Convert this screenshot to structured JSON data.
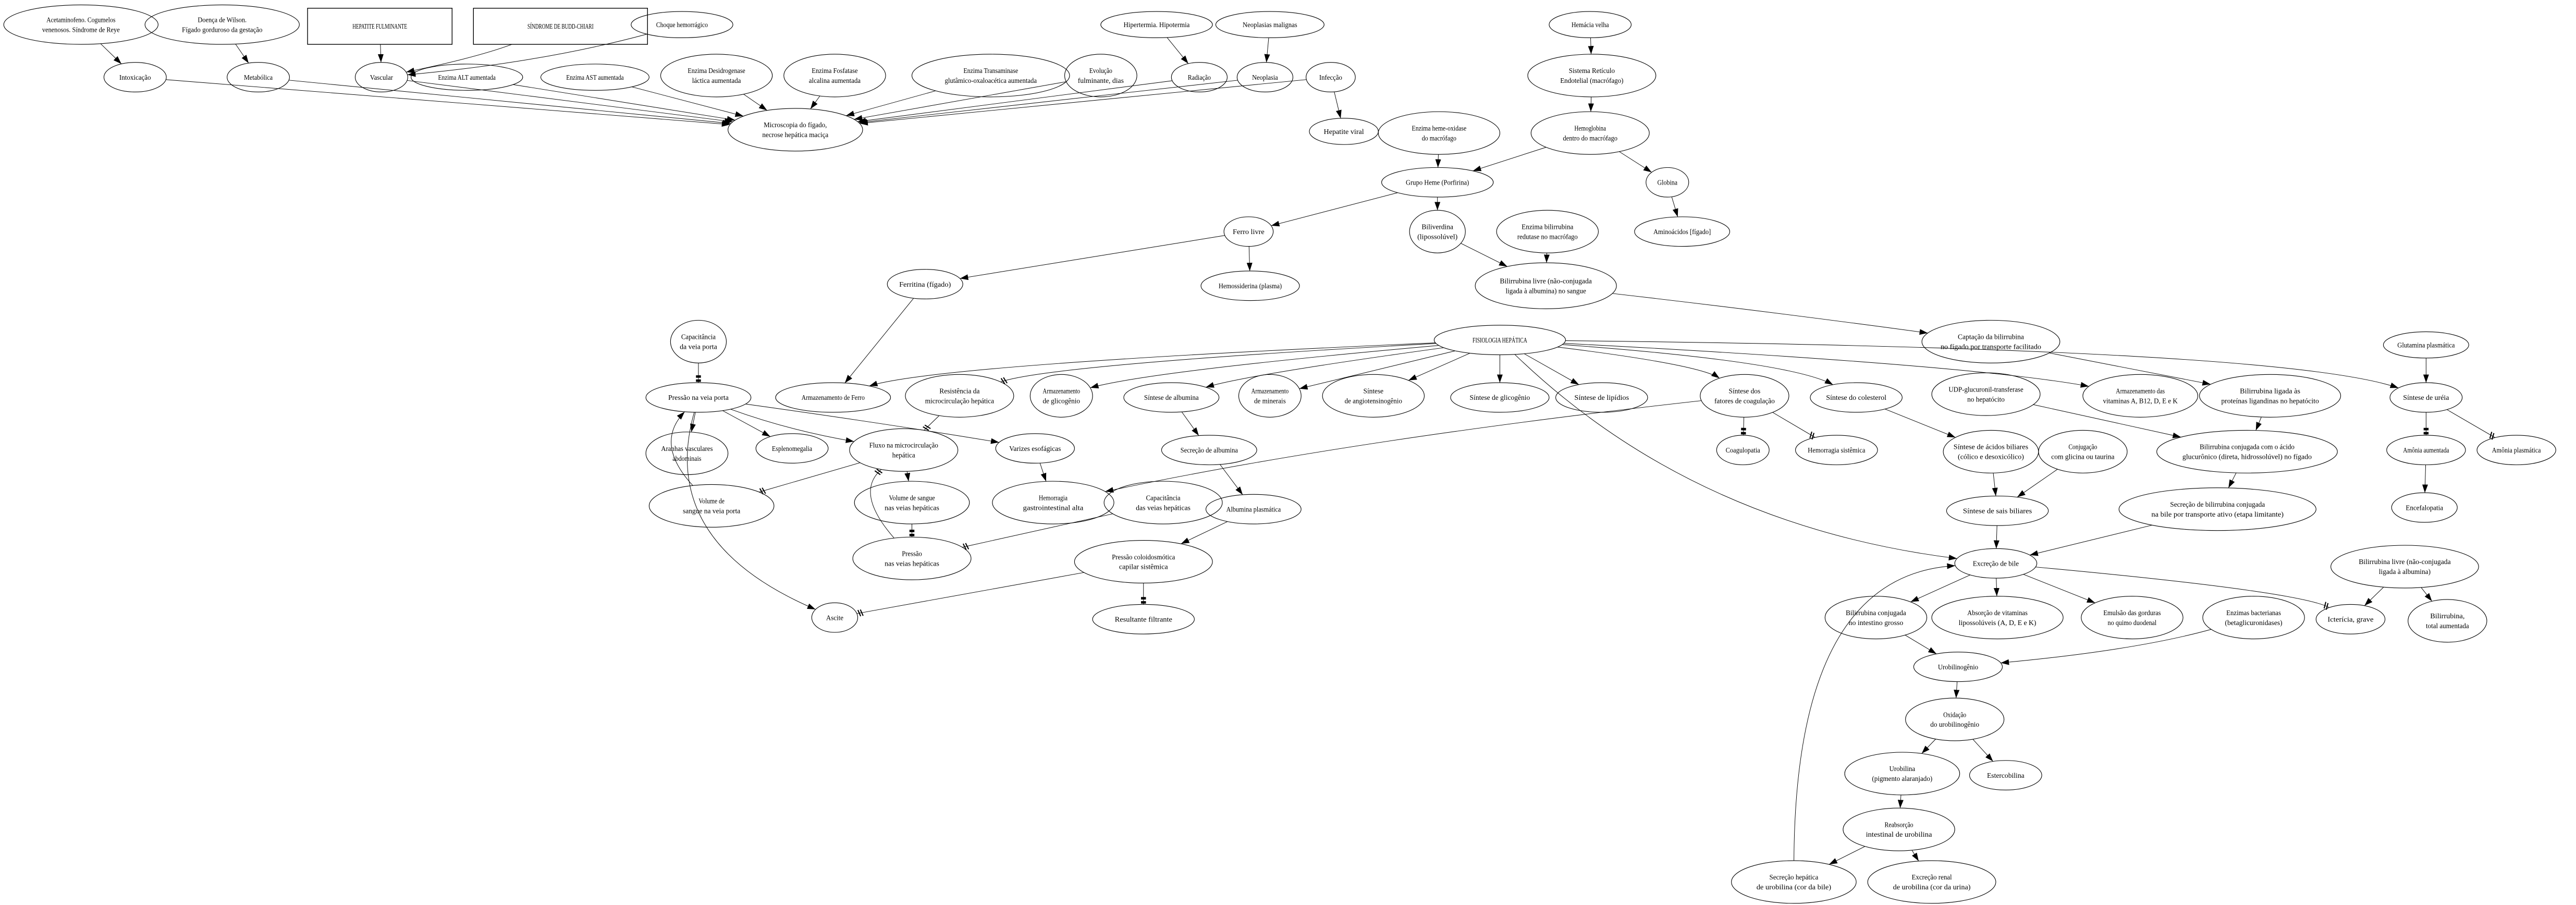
{
  "title": "FISIOLOGIA HEPÁTICA",
  "colors": {
    "box_fill": "#ffff00",
    "fulminante_text": "#ff0000",
    "fulminante_border": "#0000ff",
    "budd_border": "#ff0000"
  },
  "nodes": [
    {
      "id": "acet",
      "lines": [
        "Acetaminofeno. Cogumelos",
        "venenosos. Síndrome de Reye"
      ]
    },
    {
      "id": "wilson",
      "lines": [
        "Doença de Wilson.",
        "Fígado gorduroso da gestação"
      ]
    },
    {
      "id": "fulm",
      "lines": [
        "HEPATITE FULMINANTE"
      ],
      "shape": "box"
    },
    {
      "id": "budd",
      "lines": [
        "SÍNDROME DE BUDD-CHIARI"
      ],
      "shape": "box"
    },
    {
      "id": "choque",
      "lines": [
        "Choque hemorrágico"
      ]
    },
    {
      "id": "hipert",
      "lines": [
        "Hipertermia. Hipotermia"
      ]
    },
    {
      "id": "neomal",
      "lines": [
        "Neoplasias malignas"
      ]
    },
    {
      "id": "hemacia",
      "lines": [
        "Hemácia velha"
      ]
    },
    {
      "id": "intox",
      "lines": [
        "Intoxicação"
      ]
    },
    {
      "id": "metab",
      "lines": [
        "Metabólica"
      ]
    },
    {
      "id": "vasc",
      "lines": [
        "Vascular"
      ]
    },
    {
      "id": "alt",
      "lines": [
        "Enzima ALT aumentada"
      ]
    },
    {
      "id": "ast",
      "lines": [
        "Enzima AST aumentada"
      ]
    },
    {
      "id": "ldh",
      "lines": [
        "Enzima Desidrogenase",
        "láctica aumentada"
      ]
    },
    {
      "id": "fosf",
      "lines": [
        "Enzima Fosfatase",
        "alcalina aumentada"
      ]
    },
    {
      "id": "tgo",
      "lines": [
        "Enzima Transaminase",
        "glutâmico-oxaloacética aumentada"
      ]
    },
    {
      "id": "evol",
      "lines": [
        "Evolução",
        "fulminante, dias"
      ]
    },
    {
      "id": "rad",
      "lines": [
        "Radiação"
      ]
    },
    {
      "id": "neo",
      "lines": [
        "Neoplasia"
      ]
    },
    {
      "id": "inf",
      "lines": [
        "Infecção"
      ]
    },
    {
      "id": "sret",
      "lines": [
        "Sistema Retículo",
        "Endotelial (macrófago)"
      ]
    },
    {
      "id": "micro",
      "lines": [
        "Microscopia do fígado,",
        "necrose hepática maciça"
      ]
    },
    {
      "id": "hviral",
      "lines": [
        "Hepatite viral"
      ]
    },
    {
      "id": "hemeox",
      "lines": [
        "Enzima heme-oxidase",
        "do macrófago"
      ]
    },
    {
      "id": "hgb",
      "lines": [
        "Hemoglobina",
        "dentro do macrófago"
      ]
    },
    {
      "id": "heme",
      "lines": [
        "Grupo Heme (Porfirina)"
      ]
    },
    {
      "id": "glob",
      "lines": [
        "Globina"
      ]
    },
    {
      "id": "ferro",
      "lines": [
        "Ferro livre"
      ]
    },
    {
      "id": "biliv",
      "lines": [
        "Biliverdina",
        "(lipossolúvel)"
      ]
    },
    {
      "id": "redut",
      "lines": [
        "Enzima bilirrubina",
        "redutase no macrófago"
      ]
    },
    {
      "id": "amino",
      "lines": [
        "Aminoácidos [fígado]"
      ]
    },
    {
      "id": "ferrit",
      "lines": [
        "Ferritina (fígado)"
      ]
    },
    {
      "id": "hemos",
      "lines": [
        "Hemossiderina (plasma)"
      ]
    },
    {
      "id": "blsang",
      "lines": [
        "Bilirrubina livre (não-conjugada",
        "ligada à albumina) no sangue"
      ]
    },
    {
      "id": "capta",
      "lines": [
        "Captação da bilirrubina",
        "no fígado por transporte facilitado"
      ]
    },
    {
      "id": "glut",
      "lines": [
        "Glutamina plasmática"
      ]
    },
    {
      "id": "capvp",
      "lines": [
        "Capacitância",
        "da veia porta"
      ]
    },
    {
      "id": "fisio",
      "lines": [
        "FISIOLOGIA HEPÁTICA"
      ]
    },
    {
      "id": "pvp",
      "lines": [
        "Pressão na veia porta"
      ]
    },
    {
      "id": "aferro",
      "lines": [
        "Armazenamento de Ferro"
      ]
    },
    {
      "id": "resist",
      "lines": [
        "Resistência da",
        "microcirculação hepática"
      ]
    },
    {
      "id": "aglic",
      "lines": [
        "Armazenamento",
        "de glicogênio"
      ]
    },
    {
      "id": "salb",
      "lines": [
        "Síntese de albumina"
      ]
    },
    {
      "id": "amin",
      "lines": [
        "Armazenamento",
        "de minerais"
      ]
    },
    {
      "id": "angio",
      "lines": [
        "Síntese",
        "de angiotensinogênio"
      ]
    },
    {
      "id": "sglic",
      "lines": [
        "Síntese de glicogênio"
      ]
    },
    {
      "id": "slip",
      "lines": [
        "Síntese de lipídios"
      ]
    },
    {
      "id": "scoag",
      "lines": [
        "Síntese dos",
        "fatores de coagulação"
      ]
    },
    {
      "id": "scol",
      "lines": [
        "Síntese do colesterol"
      ]
    },
    {
      "id": "udp",
      "lines": [
        "UDP-glucuronil-transferase",
        "no hepatócito"
      ]
    },
    {
      "id": "avit",
      "lines": [
        "Armazenamento das",
        "vitaminas A, B12, D, E e K"
      ]
    },
    {
      "id": "blprot",
      "lines": [
        "Bilirrubina ligada às",
        "proteínas ligandinas no hepatócito"
      ]
    },
    {
      "id": "sureia",
      "lines": [
        "Síntese de uréia"
      ]
    },
    {
      "id": "aranha",
      "lines": [
        "Aranhas vasculares",
        "abdominais"
      ]
    },
    {
      "id": "esplen",
      "lines": [
        "Esplenomegalia"
      ]
    },
    {
      "id": "fluxo",
      "lines": [
        "Fluxo na microcirculação",
        "hepática"
      ]
    },
    {
      "id": "variz",
      "lines": [
        "Varizes esofágicas"
      ]
    },
    {
      "id": "secalb",
      "lines": [
        "Secreção de albumina"
      ]
    },
    {
      "id": "coagul",
      "lines": [
        "Coagulopatia"
      ]
    },
    {
      "id": "hemsist",
      "lines": [
        "Hemorragia sistêmica"
      ]
    },
    {
      "id": "acbil",
      "lines": [
        "Síntese de ácidos biliares",
        "(cólico e desoxicólico)"
      ]
    },
    {
      "id": "conjug",
      "lines": [
        "Conjugação",
        "com glicina ou taurina"
      ]
    },
    {
      "id": "bconj",
      "lines": [
        "Bilirrubina conjugada com o ácido",
        "glucurônico (direta, hidrossolúvel) no fígado"
      ]
    },
    {
      "id": "amaum",
      "lines": [
        "Amônia aumentada"
      ]
    },
    {
      "id": "amplas",
      "lines": [
        "Amônia plasmática"
      ]
    },
    {
      "id": "vvp",
      "lines": [
        "Volume de",
        "sangue na veia porta"
      ]
    },
    {
      "id": "vvh",
      "lines": [
        "Volume de sangue",
        "nas veias hepáticas"
      ]
    },
    {
      "id": "hgi",
      "lines": [
        "Hemorragia",
        "gastrointestinal alta"
      ]
    },
    {
      "id": "cvh",
      "lines": [
        "Capacitância",
        "das veias hepáticas"
      ]
    },
    {
      "id": "albpl",
      "lines": [
        "Albumina plasmática"
      ]
    },
    {
      "id": "sais",
      "lines": [
        "Síntese de sais biliares"
      ]
    },
    {
      "id": "secbc",
      "lines": [
        "Secreção de bilirrubina conjugada",
        "na bile por transporte ativo (etapa limitante)"
      ]
    },
    {
      "id": "encef",
      "lines": [
        "Encefalopatia"
      ]
    },
    {
      "id": "pvh",
      "lines": [
        "Pressão",
        "nas veias hepáticas"
      ]
    },
    {
      "id": "pcol",
      "lines": [
        "Pressão coloidosmótica",
        "capilar sistêmica"
      ]
    },
    {
      "id": "excbile",
      "lines": [
        "Excreção de bile"
      ]
    },
    {
      "id": "blalb",
      "lines": [
        "Bilirrubina livre (não-conjugada",
        "ligada à albumina)"
      ]
    },
    {
      "id": "ascite",
      "lines": [
        "Ascite"
      ]
    },
    {
      "id": "result",
      "lines": [
        "Resultante filtrante"
      ]
    },
    {
      "id": "bcint",
      "lines": [
        "Bilirrubina conjugada",
        "no intestino grosso"
      ]
    },
    {
      "id": "absvit",
      "lines": [
        "Absorção de vitaminas",
        "lipossolúveis (A, D, E e K)"
      ]
    },
    {
      "id": "emuls",
      "lines": [
        "Emulsão das gorduras",
        "no quimo duodenal"
      ]
    },
    {
      "id": "enzbac",
      "lines": [
        "Enzimas bacterianas",
        "(betaglicuronidases)"
      ]
    },
    {
      "id": "icter",
      "lines": [
        "Icterícia, grave"
      ]
    },
    {
      "id": "bltot",
      "lines": [
        "Bilirrubina,",
        "total aumentada"
      ]
    },
    {
      "id": "urobgen",
      "lines": [
        "Urobilinogênio"
      ]
    },
    {
      "id": "oxid",
      "lines": [
        "Oxidação",
        "do urobilinogênio"
      ]
    },
    {
      "id": "urob",
      "lines": [
        "Urobilina",
        "(pigmento alaranjado)"
      ]
    },
    {
      "id": "esterc",
      "lines": [
        "Estercobilina"
      ]
    },
    {
      "id": "reabs",
      "lines": [
        "Reabsorção",
        "intestinal de urobilina"
      ]
    },
    {
      "id": "sechep",
      "lines": [
        "Secreção hepática",
        "de urobilina (cor da bile)"
      ]
    },
    {
      "id": "excren",
      "lines": [
        "Excreção renal",
        "de urobilina (cor da urina)"
      ]
    }
  ],
  "edges": [
    {
      "from": "acet",
      "to": "intox",
      "kind": "arrow"
    },
    {
      "from": "wilson",
      "to": "metab",
      "kind": "arrow"
    },
    {
      "from": "fulm",
      "to": "vasc",
      "kind": "arrow"
    },
    {
      "from": "budd",
      "to": "vasc",
      "kind": "arrow"
    },
    {
      "from": "choque",
      "to": "vasc",
      "kind": "arrow"
    },
    {
      "from": "hipert",
      "to": "rad",
      "kind": "arrow"
    },
    {
      "from": "neomal",
      "to": "neo",
      "kind": "arrow"
    },
    {
      "from": "intox",
      "to": "micro",
      "kind": "arrow"
    },
    {
      "from": "metab",
      "to": "micro",
      "kind": "arrow"
    },
    {
      "from": "vasc",
      "to": "micro",
      "kind": "arrow"
    },
    {
      "from": "alt",
      "to": "micro",
      "kind": "arrow"
    },
    {
      "from": "ast",
      "to": "micro",
      "kind": "arrow"
    },
    {
      "from": "ldh",
      "to": "micro",
      "kind": "arrow"
    },
    {
      "from": "fosf",
      "to": "micro",
      "kind": "arrow"
    },
    {
      "from": "tgo",
      "to": "micro",
      "kind": "arrow"
    },
    {
      "from": "evol",
      "to": "micro",
      "kind": "arrow"
    },
    {
      "from": "rad",
      "to": "micro",
      "kind": "arrow"
    },
    {
      "from": "neo",
      "to": "micro",
      "kind": "arrow"
    },
    {
      "from": "inf",
      "to": "micro",
      "kind": "arrow"
    },
    {
      "from": "inf",
      "to": "hviral",
      "kind": "arrow"
    },
    {
      "from": "hemacia",
      "to": "sret",
      "kind": "arrow"
    },
    {
      "from": "sret",
      "to": "hgb",
      "kind": "arrow"
    },
    {
      "from": "hgb",
      "to": "heme",
      "kind": "arrow"
    },
    {
      "from": "hgb",
      "to": "glob",
      "kind": "arrow"
    },
    {
      "from": "hemeox",
      "to": "heme",
      "kind": "arrow"
    },
    {
      "from": "heme",
      "to": "ferro",
      "kind": "arrow"
    },
    {
      "from": "heme",
      "to": "biliv",
      "kind": "arrow"
    },
    {
      "from": "glob",
      "to": "amino",
      "kind": "arrow"
    },
    {
      "from": "ferro",
      "to": "ferrit",
      "kind": "arrow"
    },
    {
      "from": "ferro",
      "to": "hemos",
      "kind": "arrow"
    },
    {
      "from": "biliv",
      "to": "blsang",
      "kind": "arrow"
    },
    {
      "from": "redut",
      "to": "blsang",
      "kind": "arrow"
    },
    {
      "from": "blsang",
      "to": "capta",
      "kind": "arrow"
    },
    {
      "from": "capta",
      "to": "blprot",
      "kind": "arrow"
    },
    {
      "from": "ferrit",
      "to": "aferro",
      "kind": "arrow"
    },
    {
      "from": "fisio",
      "to": "aferro",
      "kind": "arrow"
    },
    {
      "from": "fisio",
      "to": "resist",
      "kind": "tee"
    },
    {
      "from": "fisio",
      "to": "aglic",
      "kind": "arrow"
    },
    {
      "from": "fisio",
      "to": "salb",
      "kind": "arrow"
    },
    {
      "from": "fisio",
      "to": "amin",
      "kind": "arrow"
    },
    {
      "from": "fisio",
      "to": "angio",
      "kind": "arrow"
    },
    {
      "from": "fisio",
      "to": "sglic",
      "kind": "arrow"
    },
    {
      "from": "fisio",
      "to": "slip",
      "kind": "arrow"
    },
    {
      "from": "fisio",
      "to": "scoag",
      "kind": "arrow"
    },
    {
      "from": "fisio",
      "to": "scol",
      "kind": "arrow"
    },
    {
      "from": "fisio",
      "to": "avit",
      "kind": "arrow"
    },
    {
      "from": "fisio",
      "to": "sureia",
      "kind": "arrow"
    },
    {
      "from": "fisio",
      "to": "excbile",
      "kind": "arrow"
    },
    {
      "from": "capvp",
      "to": "pvp",
      "kind": "box"
    },
    {
      "from": "pvp",
      "to": "aranha",
      "kind": "arrow"
    },
    {
      "from": "pvp",
      "to": "esplen",
      "kind": "arrow"
    },
    {
      "from": "pvp",
      "to": "fluxo",
      "kind": "arrow"
    },
    {
      "from": "pvp",
      "to": "variz",
      "kind": "arrow"
    },
    {
      "from": "pvp",
      "to": "ascite",
      "kind": "arrow"
    },
    {
      "from": "vvp",
      "to": "pvp",
      "kind": "arrow"
    },
    {
      "from": "fluxo",
      "to": "vvp",
      "kind": "tee"
    },
    {
      "from": "resist",
      "to": "fluxo",
      "kind": "tee"
    },
    {
      "from": "fluxo",
      "to": "vvh",
      "kind": "arrow"
    },
    {
      "from": "vvh",
      "to": "pvh",
      "kind": "box"
    },
    {
      "from": "pvh",
      "to": "fluxo",
      "kind": "tee"
    },
    {
      "from": "cvh",
      "to": "pvh",
      "kind": "tee"
    },
    {
      "from": "variz",
      "to": "hgi",
      "kind": "arrow"
    },
    {
      "from": "scoag",
      "to": "hgi",
      "kind": "arrow"
    },
    {
      "from": "scoag",
      "to": "coagul",
      "kind": "box"
    },
    {
      "from": "scoag",
      "to": "hemsist",
      "kind": "tee"
    },
    {
      "from": "salb",
      "to": "secalb",
      "kind": "arrow"
    },
    {
      "from": "secalb",
      "to": "albpl",
      "kind": "arrow"
    },
    {
      "from": "albpl",
      "to": "pcol",
      "kind": "arrow"
    },
    {
      "from": "pcol",
      "to": "result",
      "kind": "box"
    },
    {
      "from": "pcol",
      "to": "ascite",
      "kind": "tee"
    },
    {
      "from": "scol",
      "to": "acbil",
      "kind": "arrow"
    },
    {
      "from": "acbil",
      "to": "sais",
      "kind": "arrow"
    },
    {
      "from": "conjug",
      "to": "sais",
      "kind": "arrow"
    },
    {
      "from": "udp",
      "to": "bconj",
      "kind": "arrow"
    },
    {
      "from": "blprot",
      "to": "bconj",
      "kind": "arrow"
    },
    {
      "from": "bconj",
      "to": "secbc",
      "kind": "arrow"
    },
    {
      "from": "secbc",
      "to": "excbile",
      "kind": "arrow"
    },
    {
      "from": "sais",
      "to": "excbile",
      "kind": "arrow"
    },
    {
      "from": "glut",
      "to": "sureia",
      "kind": "arrow"
    },
    {
      "from": "sureia",
      "to": "amaum",
      "kind": "box"
    },
    {
      "from": "sureia",
      "to": "amplas",
      "kind": "tee"
    },
    {
      "from": "amaum",
      "to": "encef",
      "kind": "arrow"
    },
    {
      "from": "excbile",
      "to": "bcint",
      "kind": "arrow"
    },
    {
      "from": "excbile",
      "to": "absvit",
      "kind": "arrow"
    },
    {
      "from": "excbile",
      "to": "emuls",
      "kind": "arrow"
    },
    {
      "from": "excbile",
      "to": "icter",
      "kind": "tee"
    },
    {
      "from": "blalb",
      "to": "icter",
      "kind": "arrow"
    },
    {
      "from": "blalb",
      "to": "bltot",
      "kind": "arrow"
    },
    {
      "from": "bcint",
      "to": "urobgen",
      "kind": "arrow"
    },
    {
      "from": "enzbac",
      "to": "urobgen",
      "kind": "arrow"
    },
    {
      "from": "urobgen",
      "to": "oxid",
      "kind": "arrow"
    },
    {
      "from": "oxid",
      "to": "urob",
      "kind": "arrow"
    },
    {
      "from": "oxid",
      "to": "esterc",
      "kind": "arrow"
    },
    {
      "from": "urob",
      "to": "reabs",
      "kind": "arrow"
    },
    {
      "from": "reabs",
      "to": "sechep",
      "kind": "arrow"
    },
    {
      "from": "reabs",
      "to": "excren",
      "kind": "arrow"
    },
    {
      "from": "sechep",
      "to": "excbile",
      "kind": "arrow"
    }
  ]
}
